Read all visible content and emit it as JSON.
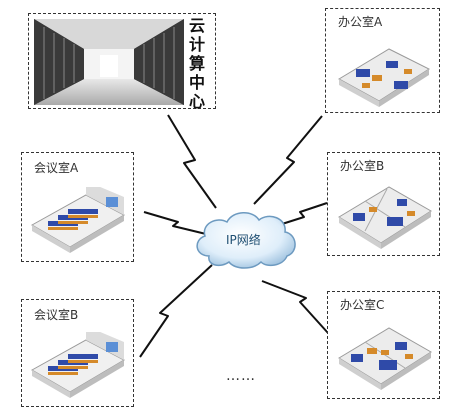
{
  "cloud_center": {
    "title_chars": [
      "云",
      "计",
      "算",
      "中",
      "心"
    ]
  },
  "office_a": {
    "label": "办公室A"
  },
  "office_b": {
    "label": "办公室B"
  },
  "office_c": {
    "label": "办公室C"
  },
  "meeting_a": {
    "label": "会议室A"
  },
  "meeting_b": {
    "label": "会议室B"
  },
  "network": {
    "label": "IP网络"
  },
  "more": {
    "label": "……"
  }
}
